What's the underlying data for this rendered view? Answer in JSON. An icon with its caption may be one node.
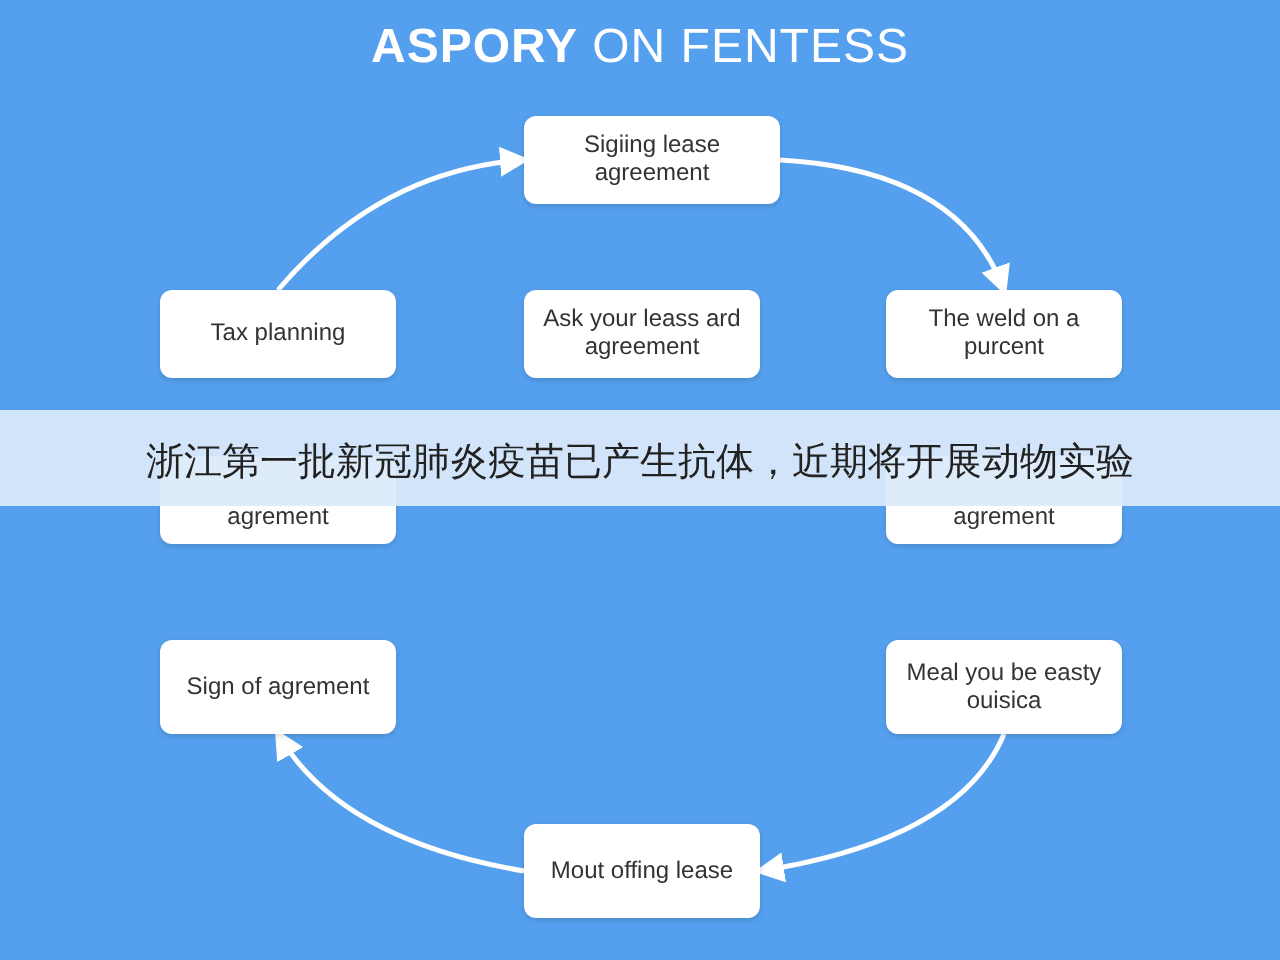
{
  "diagram": {
    "title": "**ASPORY** ON FENTESS",
    "nodes": [
      {
        "text": [
          "Sigiing lease agreement"
        ]
      },
      {
        "text": [
          "Tax planning"
        ]
      },
      {
        "text": [
          "Ask your leass ard agreement"
        ]
      },
      {
        "text": [
          "The weld on a purcent"
        ]
      },
      {
        "text": [
          "agrement"
        ]
      },
      {
        "text": [
          "agrement"
        ]
      },
      {
        "text": [
          "Sign of agrement"
        ]
      },
      {
        "text": [
          "Meal you be easty ouisica"
        ]
      },
      {
        "text": [
          "Mout offing lease"
        ]
      }
    ],
    "edges": [
      {
        "from": 1,
        "to": 0,
        "arrow": "to"
      },
      {
        "from": 0,
        "to": 3,
        "arrow": "to"
      },
      {
        "from": 7,
        "to": 8,
        "arrow": "to"
      },
      {
        "from": 8,
        "to": 6,
        "arrow": "to"
      }
    ],
    "labels": [
      "浙江第一批新冠肺炎疫苗已产生抗体，近期将开展动物实验"
    ]
  }
}
